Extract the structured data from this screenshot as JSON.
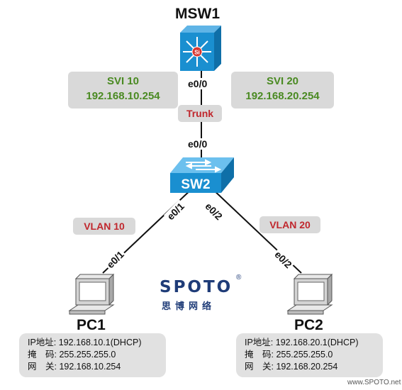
{
  "devices": {
    "msw1": {
      "name": "MSW1",
      "icon_label": "Si",
      "icon": "layer3-switch-icon"
    },
    "sw2": {
      "name": "SW2",
      "icon": "layer2-switch-icon"
    },
    "pc1": {
      "name": "PC1",
      "icon": "pc-icon"
    },
    "pc2": {
      "name": "PC2",
      "icon": "pc-icon"
    }
  },
  "svi": {
    "left": {
      "name": "SVI 10",
      "ip": "192.168.10.254"
    },
    "right": {
      "name": "SVI 20",
      "ip": "192.168.20.254"
    }
  },
  "links": {
    "trunk_label": "Trunk",
    "msw1_port": "e0/0",
    "sw2_up_port": "e0/0",
    "sw2_left_port": "e0/1",
    "sw2_right_port": "e0/2",
    "pc1_port": "e0/1",
    "pc2_port": "e0/2",
    "vlan_left": "VLAN 10",
    "vlan_right": "VLAN 20"
  },
  "logo": {
    "text": "SPOTO",
    "sub": "思博网络",
    "reg": "®"
  },
  "pc1_info": {
    "rows": [
      "IP地址: 192.168.10.1(DHCP)",
      "掩　码: 255.255.255.0",
      "网　关: 192.168.10.254"
    ]
  },
  "pc2_info": {
    "rows": [
      "IP地址: 192.168.20.1(DHCP)",
      "掩　码: 255.255.255.0",
      "网　关: 192.168.20.254"
    ]
  },
  "watermark": "www.SPOTO.net",
  "colors": {
    "svi_text": "#4a8a22",
    "tag_text": "#c0272d",
    "box_bg": "#d9d9d9",
    "switch_blue": "#1a8fd0",
    "logo_blue": "#1f3c78"
  }
}
